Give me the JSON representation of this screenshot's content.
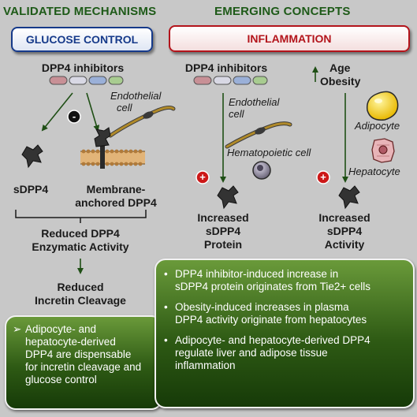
{
  "headers": {
    "left": "VALIDATED MECHANISMS",
    "right": "EMERGING CONCEPTS"
  },
  "pills": {
    "left": "GLUCOSE CONTROL",
    "right": "INFLAMMATION"
  },
  "left_panel": {
    "inhibitors": "DPP4 inhibitors",
    "endothelial": [
      "Endothelial",
      "cell"
    ],
    "minus": "-",
    "sdpp4": "sDPP4",
    "membrane": [
      "Membrane-",
      "anchored DPP4"
    ],
    "reduced_activity": [
      "Reduced DPP4",
      "Enzymatic Activity"
    ],
    "reduced_cleavage": [
      "Reduced",
      "Incretin Cleavage"
    ],
    "box_text": [
      "Adipocyte- and",
      "hepatocyte-derived",
      "DPP4 are dispensable",
      "for incretin cleavage and",
      "glucose control"
    ]
  },
  "right_panel": {
    "inhibitors": "DPP4 inhibitors",
    "age_obesity": [
      "Age",
      "Obesity"
    ],
    "endothelial": [
      "Endothelial",
      "cell"
    ],
    "adipocyte": "Adipocyte",
    "hematopoietic": "Hematopoietic cell",
    "hepatocyte": "Hepatocyte",
    "plus": "+",
    "increased_protein": [
      "Increased",
      "sDPP4",
      "Protein"
    ],
    "increased_activity": [
      "Increased",
      "sDPP4",
      "Activity"
    ],
    "bullets": [
      [
        "DPP4 inhibitor-induced increase in",
        "sDPP4 protein originates from Tie2+ cells"
      ],
      [
        "Obesity-induced increases in plasma",
        "DPP4 activity originate from hepatocytes"
      ],
      [
        "Adipocyte- and hepatocyte-derived DPP4",
        "regulate liver and adipose tissue",
        "inflammation"
      ]
    ]
  },
  "colors": {
    "background": "#c8c8c8",
    "header_green": "#1e5a18",
    "glucose_blue": "#163a8a",
    "inflammation_red": "#b3141b",
    "arrow_green": "#1f4f15",
    "box_green": "#2e5a14"
  }
}
